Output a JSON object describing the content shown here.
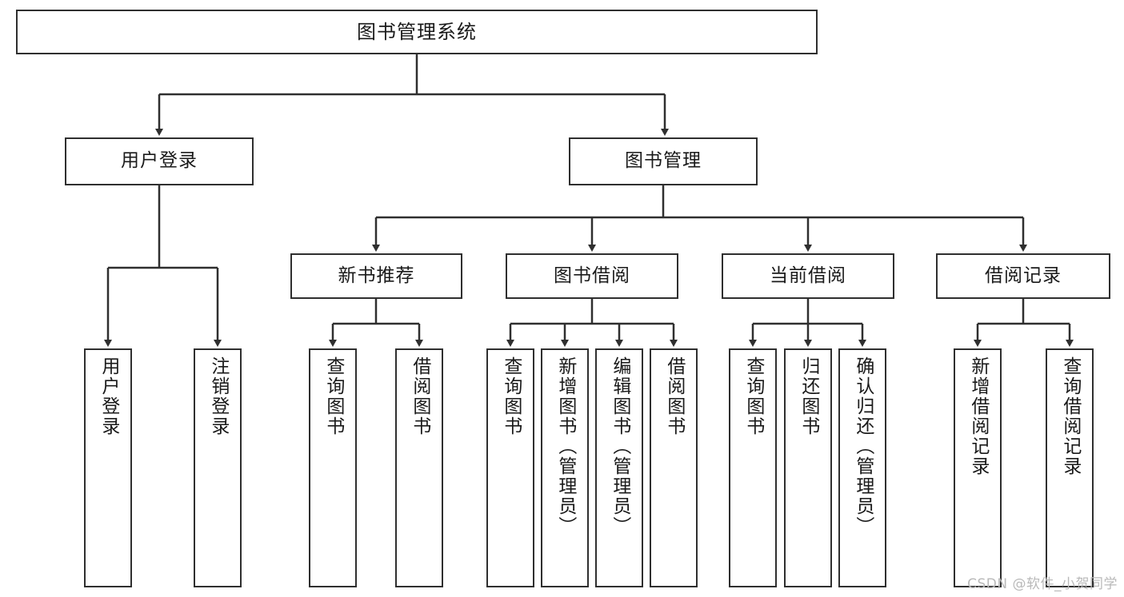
{
  "diagram": {
    "title": "图书管理系统",
    "type": "tree-hierarchy",
    "orientation": "top-down",
    "colors": {
      "box_border": "#2f2f2f",
      "box_fill": "#ffffff",
      "edge": "#2f2f2f",
      "text": "#1a1a1a",
      "watermark": "#b9b9b9",
      "background": "#ffffff"
    }
  },
  "root": {
    "label": "图书管理系统"
  },
  "level2": [
    {
      "label": "用户登录"
    },
    {
      "label": "图书管理"
    }
  ],
  "level3": [
    {
      "label": "新书推荐"
    },
    {
      "label": "图书借阅"
    },
    {
      "label": "当前借阅"
    },
    {
      "label": "借阅记录"
    }
  ],
  "leaves": {
    "user_login": [
      {
        "label": "用户登录"
      },
      {
        "label": "注销登录"
      }
    ],
    "new_book": [
      {
        "label": "查询图书"
      },
      {
        "label": "借阅图书"
      }
    ],
    "book_borrow": [
      {
        "label": "查询图书"
      },
      {
        "label": "新增图书（管理员）"
      },
      {
        "label": "编辑图书（管理员）"
      },
      {
        "label": "借阅图书"
      }
    ],
    "current_borrow": [
      {
        "label": "查询图书"
      },
      {
        "label": "归还图书"
      },
      {
        "label": "确认归还（管理员）"
      }
    ],
    "borrow_record": [
      {
        "label": "新增借阅记录"
      },
      {
        "label": "查询借阅记录"
      }
    ]
  },
  "watermark": {
    "text": "CSDN @软件_小贺同学"
  }
}
